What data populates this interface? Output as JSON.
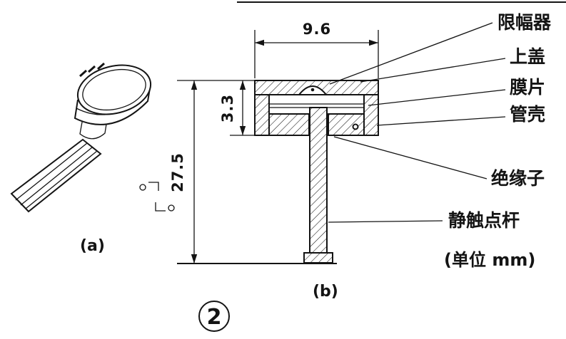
{
  "colors": {
    "ink": "#141414",
    "background": "#ffffff"
  },
  "figure": {
    "number": "2",
    "view_a_caption": "(a)",
    "view_b_caption": "(b)",
    "unit_note": "(单位 mm)"
  },
  "dimensions": {
    "top_width": "9.6",
    "cap_height": "3.3",
    "total_height": "27.5"
  },
  "part_labels": {
    "limiter": "限幅器",
    "top_cover": "上盖",
    "diaphragm": "膜片",
    "tube_shell": "管壳",
    "insulator": "绝缘子",
    "static_contact_rod": "静触点杆"
  }
}
